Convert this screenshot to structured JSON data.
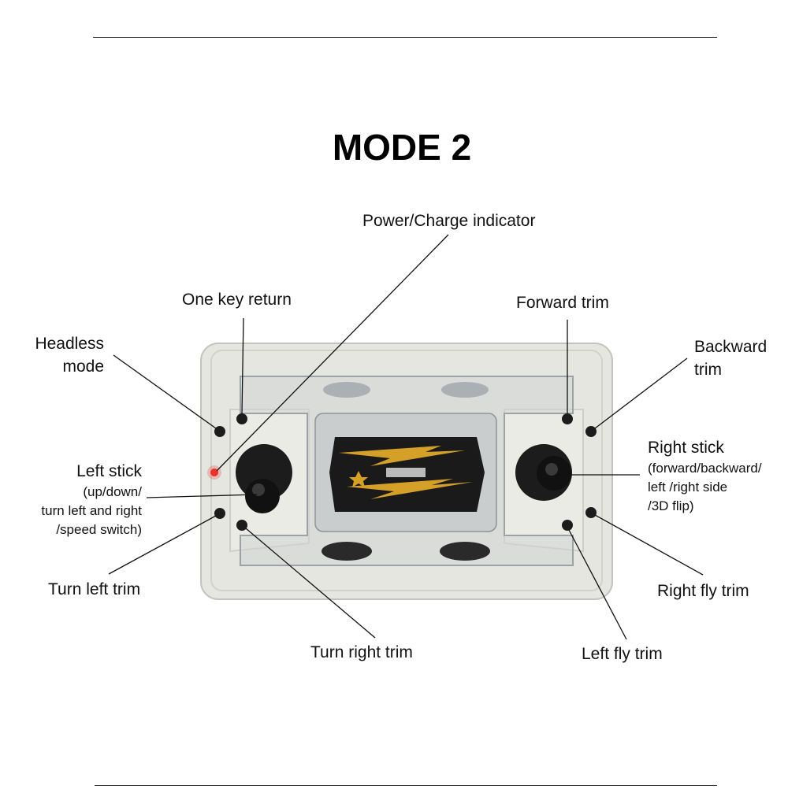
{
  "title": "MODE 2",
  "labels": {
    "power_indicator": "Power/Charge indicator",
    "one_key_return": "One key return",
    "forward_trim": "Forward trim",
    "headless_mode_1": "Headless",
    "headless_mode_2": "mode",
    "backward_trim_1": "Backward",
    "backward_trim_2": "trim",
    "left_stick": "Left stick",
    "left_stick_d1": "(up/down/",
    "left_stick_d2": "turn left and right",
    "left_stick_d3": "/speed switch)",
    "right_stick": "Right stick",
    "right_stick_d1": "(forward/backward/",
    "right_stick_d2": "left /right side",
    "right_stick_d3": "/3D flip)",
    "turn_left_trim": "Turn left trim",
    "turn_right_trim": "Turn right trim",
    "left_fly_trim": "Left fly trim",
    "right_fly_trim": "Right fly trim"
  },
  "colors": {
    "casing": "#e6e6e0",
    "casing_shadow": "#c8c8c0",
    "stick": "#1c1c1c",
    "accent_gold": "#d4a028",
    "indicator_red": "#e8332a"
  }
}
